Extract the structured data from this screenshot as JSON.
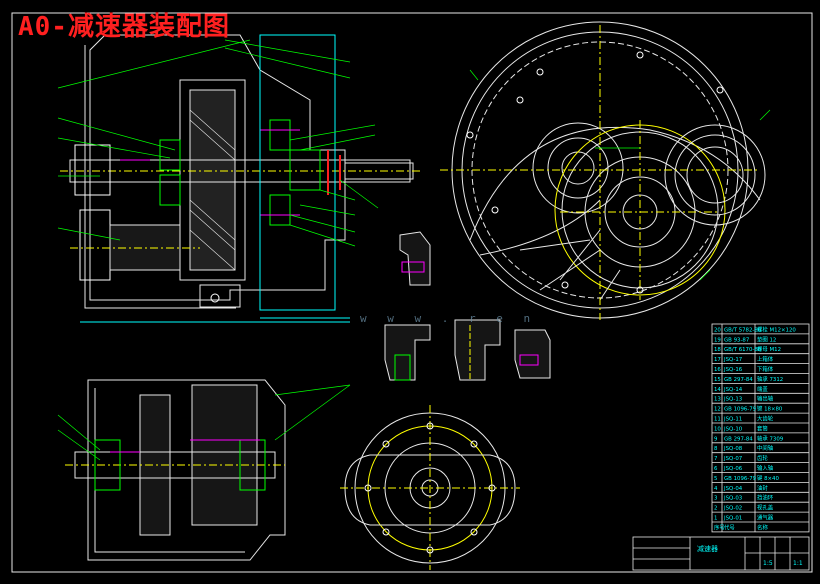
{
  "title": "A0-减速器装配图",
  "watermark": "w w w . r e n",
  "title_block": {
    "drawing_name": "减速器",
    "scale": "1:5",
    "sheet": "1:1"
  },
  "parts_list": {
    "rows": [
      {
        "no": "20",
        "code": "GB/T 5782-86",
        "name": "螺栓 M12×120"
      },
      {
        "no": "19",
        "code": "GB 93-87",
        "name": "垫圈 12"
      },
      {
        "no": "18",
        "code": "GB/T 6170-86",
        "name": "螺母 M12"
      },
      {
        "no": "17",
        "code": "JSQ-17",
        "name": "上箱体"
      },
      {
        "no": "16",
        "code": "JSQ-16",
        "name": "下箱体"
      },
      {
        "no": "15",
        "code": "GB 297-84",
        "name": "轴承 7312"
      },
      {
        "no": "14",
        "code": "JSQ-14",
        "name": "端盖"
      },
      {
        "no": "13",
        "code": "JSQ-13",
        "name": "输出轴"
      },
      {
        "no": "12",
        "code": "GB 1096-79",
        "name": "键 18×80"
      },
      {
        "no": "11",
        "code": "JSQ-11",
        "name": "大齿轮"
      },
      {
        "no": "10",
        "code": "JSQ-10",
        "name": "套筒"
      },
      {
        "no": "9",
        "code": "GB 297-84",
        "name": "轴承 7309"
      },
      {
        "no": "8",
        "code": "JSQ-08",
        "name": "中间轴"
      },
      {
        "no": "7",
        "code": "JSQ-07",
        "name": "齿轮"
      },
      {
        "no": "6",
        "code": "JSQ-06",
        "name": "输入轴"
      },
      {
        "no": "5",
        "code": "GB 1096-79",
        "name": "键 8×40"
      },
      {
        "no": "4",
        "code": "JSQ-04",
        "name": "油封"
      },
      {
        "no": "3",
        "code": "JSQ-03",
        "name": "挡油环"
      },
      {
        "no": "2",
        "code": "JSQ-02",
        "name": "视孔盖"
      },
      {
        "no": "1",
        "code": "JSQ-01",
        "name": "通气器"
      },
      {
        "no": "序号",
        "code": "代号",
        "name": "名称"
      }
    ]
  }
}
